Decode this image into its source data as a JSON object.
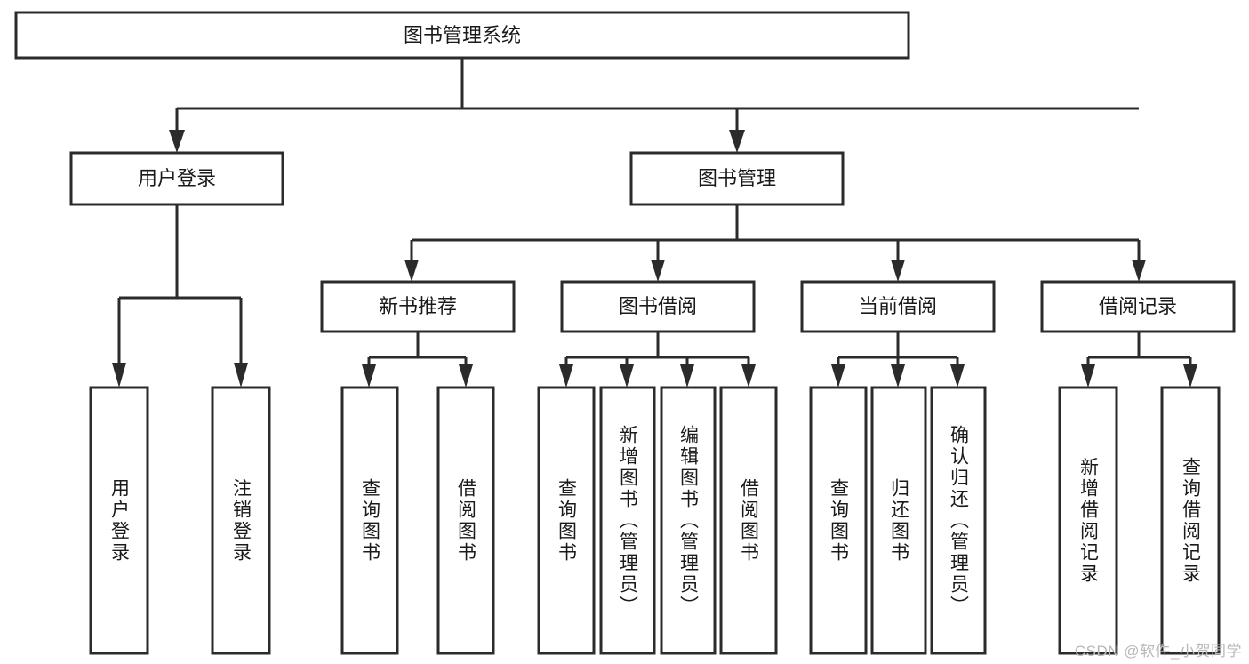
{
  "diagram": {
    "type": "tree-hierarchy",
    "title": "图书管理系统",
    "root": {
      "id": "root",
      "label": "图书管理系统",
      "orientation": "horizontal"
    },
    "level2": [
      {
        "id": "user-login",
        "label": "用户登录",
        "orientation": "horizontal"
      },
      {
        "id": "book-manage",
        "label": "图书管理",
        "orientation": "horizontal"
      }
    ],
    "level3": [
      {
        "id": "new-book-rec",
        "label": "新书推荐",
        "orientation": "horizontal",
        "parent": "book-manage"
      },
      {
        "id": "book-borrow",
        "label": "图书借阅",
        "orientation": "horizontal",
        "parent": "book-manage"
      },
      {
        "id": "current-borrow",
        "label": "当前借阅",
        "orientation": "horizontal",
        "parent": "book-manage"
      },
      {
        "id": "borrow-record",
        "label": "借阅记录",
        "orientation": "horizontal",
        "parent": "book-manage"
      }
    ],
    "leaves": [
      {
        "id": "leaf-user-login",
        "label": "用户登录",
        "orientation": "vertical",
        "parent": "user-login"
      },
      {
        "id": "leaf-user-logout",
        "label": "注销登录",
        "orientation": "vertical",
        "parent": "user-login"
      },
      {
        "id": "leaf-query-book-1",
        "label": "查询图书",
        "orientation": "vertical",
        "parent": "new-book-rec"
      },
      {
        "id": "leaf-borrow-book-1",
        "label": "借阅图书",
        "orientation": "vertical",
        "parent": "new-book-rec"
      },
      {
        "id": "leaf-query-book-2",
        "label": "查询图书",
        "orientation": "vertical",
        "parent": "book-borrow"
      },
      {
        "id": "leaf-add-book",
        "label": "新增图书（管理员）",
        "orientation": "vertical",
        "parent": "book-borrow"
      },
      {
        "id": "leaf-edit-book",
        "label": "编辑图书（管理员）",
        "orientation": "vertical",
        "parent": "book-borrow"
      },
      {
        "id": "leaf-borrow-book-2",
        "label": "借阅图书",
        "orientation": "vertical",
        "parent": "book-borrow"
      },
      {
        "id": "leaf-query-book-3",
        "label": "查询图书",
        "orientation": "vertical",
        "parent": "current-borrow"
      },
      {
        "id": "leaf-return-book",
        "label": "归还图书",
        "orientation": "vertical",
        "parent": "current-borrow"
      },
      {
        "id": "leaf-confirm-return",
        "label": "确认归还（管理员）",
        "orientation": "vertical",
        "parent": "current-borrow"
      },
      {
        "id": "leaf-add-record",
        "label": "新增借阅记录",
        "orientation": "vertical",
        "parent": "borrow-record"
      },
      {
        "id": "leaf-query-record",
        "label": "查询借阅记录",
        "orientation": "vertical",
        "parent": "borrow-record"
      }
    ],
    "colors": {
      "box_stroke": "#2b2b2b",
      "box_fill": "#ffffff",
      "text": "#1a1a1a",
      "background": "#ffffff",
      "watermark": "#b8b8b8"
    }
  },
  "watermark": {
    "text": "CSDN @软件_小贺同学"
  }
}
